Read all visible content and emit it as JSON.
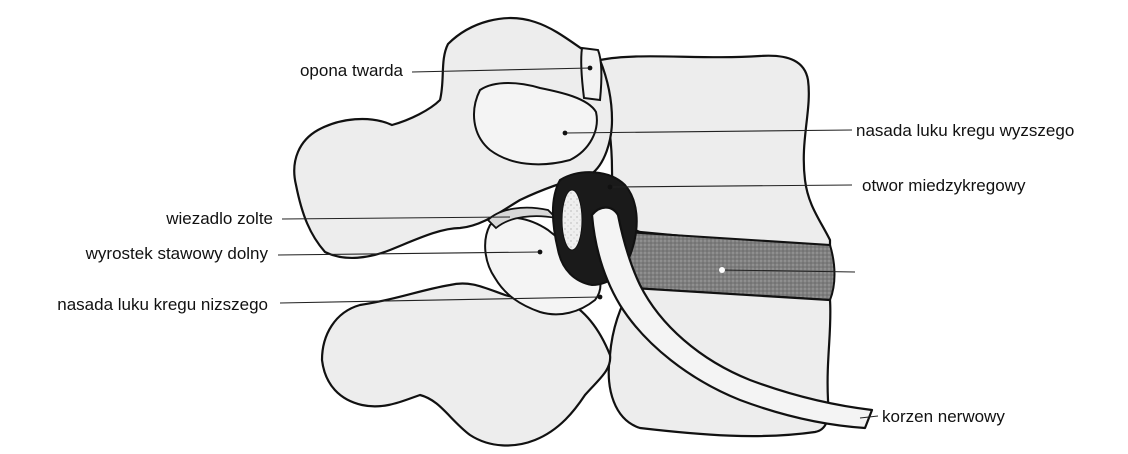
{
  "diagram": {
    "labels": {
      "opona_twarda": "opona twarda",
      "nasada_wyzszego": "nasada luku kregu wyzszego",
      "otwor": "otwor miedzykregowy",
      "wiezadlo": "wiezadlo zolte",
      "wyrostek": "wyrostek stawowy dolny",
      "nasada_nizszego": "nasada luku kregu nizszego",
      "korzen": "korzen nerwowy"
    },
    "colors": {
      "ink": "#111111",
      "bone_fill": "#ededed",
      "disc_fill": "#8a8a8a",
      "foramen_fill": "#1a1a1a",
      "background": "#ffffff"
    }
  }
}
